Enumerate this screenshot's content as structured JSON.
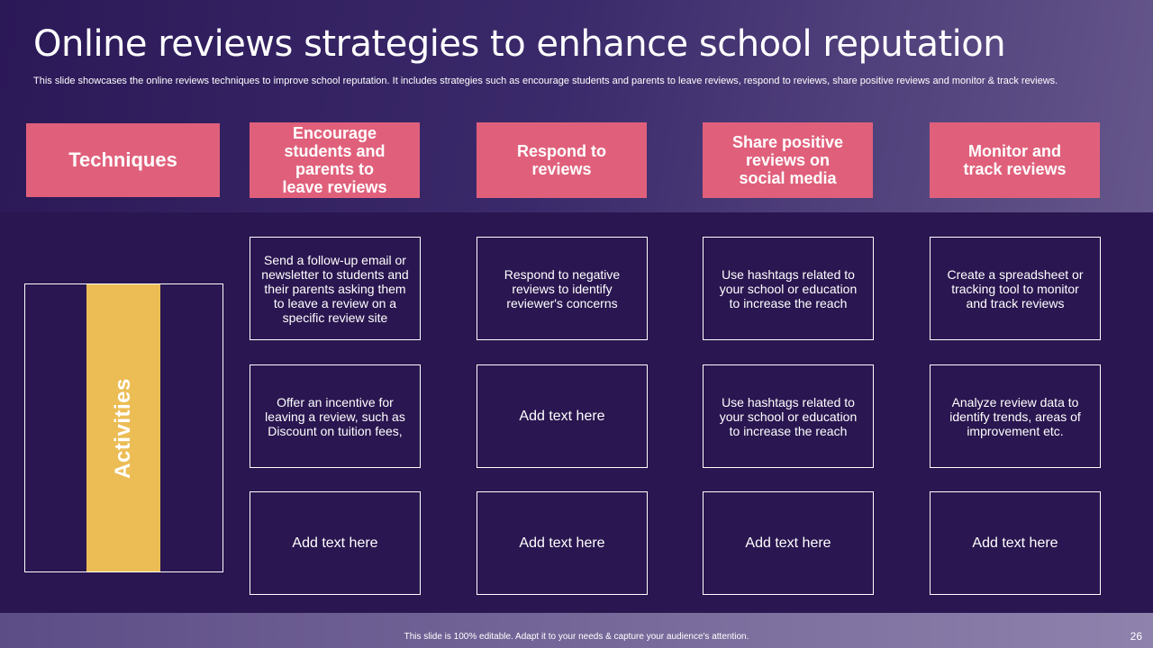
{
  "title": "Online reviews strategies to enhance school reputation",
  "subtitle": "This slide showcases the online reviews techniques to improve school reputation. It includes strategies such as encourage students and parents to leave reviews, respond to reviews, share positive reviews and monitor & track reviews.",
  "techniques_label": "Techniques",
  "activities_label": "Activities",
  "columns": [
    {
      "header": [
        "Encourage",
        "students and",
        "parents to",
        "leave reviews"
      ],
      "cells": [
        "Send a follow-up email or newsletter to students and their parents asking them to leave a review on a specific review site",
        "Offer an incentive for leaving a review, such as Discount on tuition fees,",
        "Add text here"
      ]
    },
    {
      "header": [
        "Respond to",
        "reviews"
      ],
      "cells": [
        "Respond to negative reviews to identify reviewer's concerns",
        "Add text here",
        "Add text here"
      ]
    },
    {
      "header": [
        "Share positive",
        "reviews on",
        "social media"
      ],
      "cells": [
        "Use hashtags related to your school or education to increase the reach",
        "Use hashtags related to your school or education to increase the reach",
        "Add text here"
      ]
    },
    {
      "header": [
        "Monitor and",
        "track reviews"
      ],
      "cells": [
        "Create a spreadsheet or tracking tool to monitor and track reviews",
        "Analyze review data to identify trends, areas of improvement etc.",
        "Add text here"
      ]
    }
  ],
  "footer": "This slide is 100% editable. Adapt it to your needs & capture your audience's attention.",
  "page_number": "26",
  "colors": {
    "header_pink": "#e0607b",
    "activities_yellow": "#ecbd55",
    "panel_purple": "#2a1650"
  }
}
